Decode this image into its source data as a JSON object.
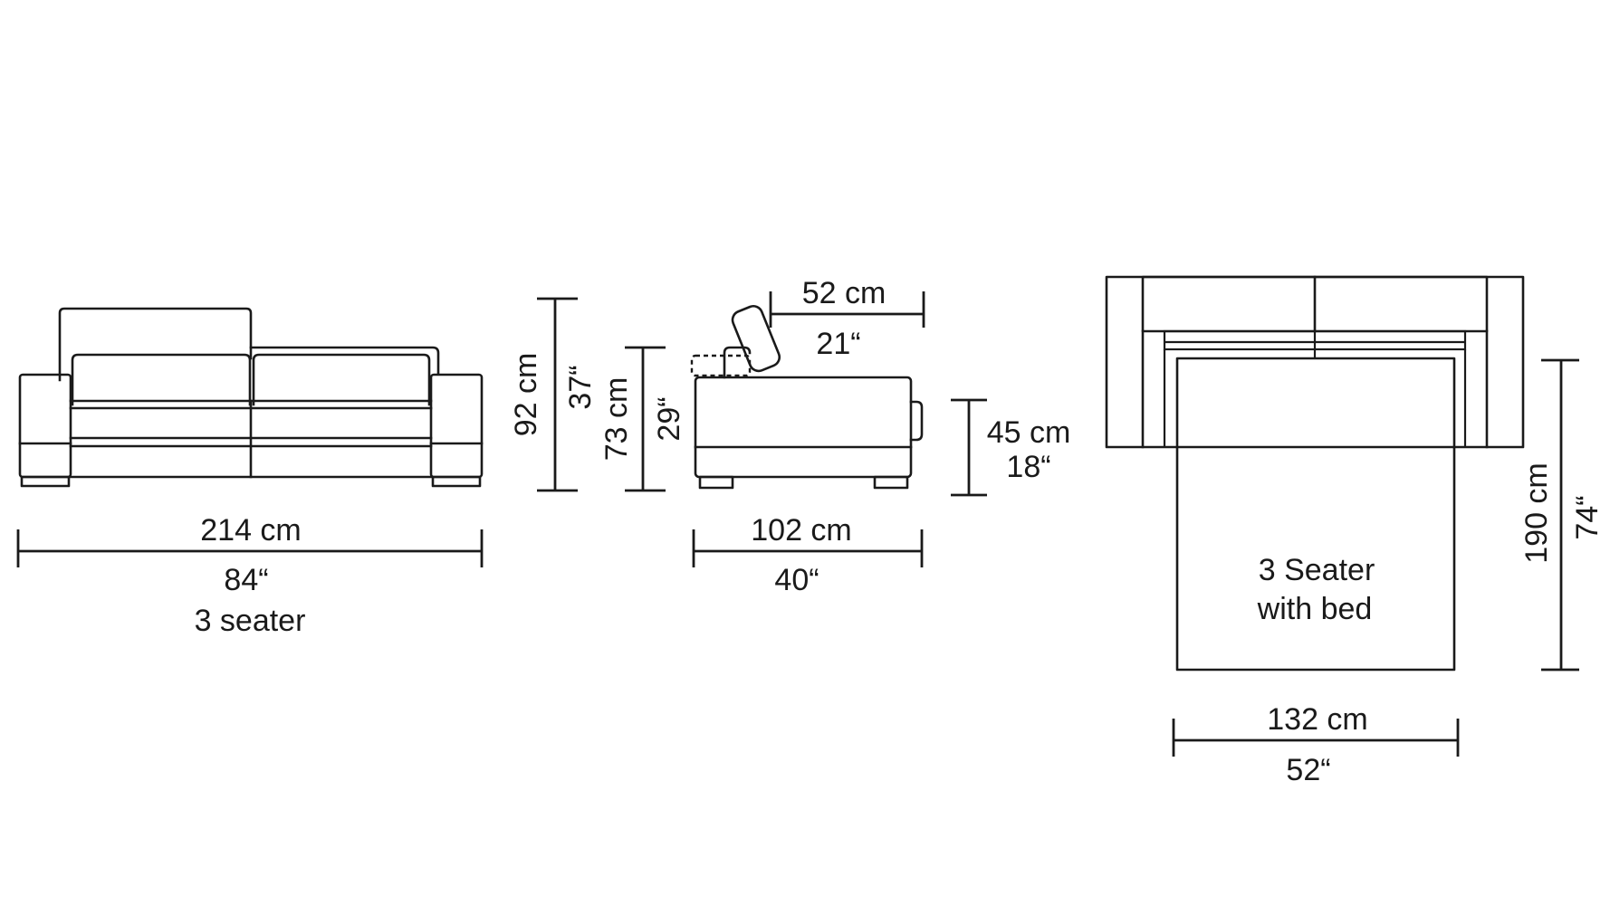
{
  "front_view": {
    "width_cm": "214 cm",
    "width_in": "84“",
    "caption": "3 seater"
  },
  "side_view": {
    "total_height_cm": "92 cm",
    "total_height_in": "37“",
    "back_height_cm": "73 cm",
    "back_height_in": "29“",
    "headrest_depth_cm": "52 cm",
    "headrest_depth_in": "21“",
    "seat_height_cm": "45 cm",
    "seat_height_in": "18“",
    "depth_cm": "102 cm",
    "depth_in": "40“"
  },
  "top_view": {
    "bed_label_line1": "3 Seater",
    "bed_label_line2": "with bed",
    "bed_length_cm": "190 cm",
    "bed_length_in": "74“",
    "bed_width_cm": "132 cm",
    "bed_width_in": "52“"
  },
  "colors": {
    "line": "#1a1a1a",
    "background": "#ffffff"
  }
}
